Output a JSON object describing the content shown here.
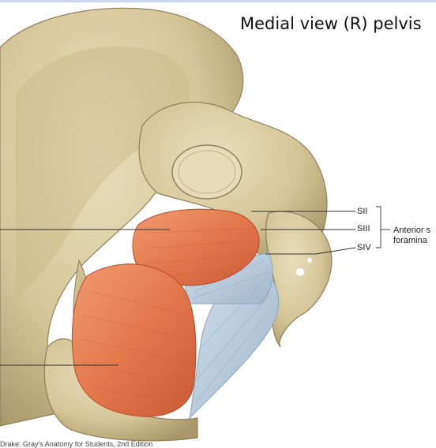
{
  "title": "Medial view (R) pelvis",
  "labels": {
    "sii": "SII",
    "siii": "SIII",
    "siv": "SIV",
    "anterior_line1": "Anterior s",
    "anterior_line2": "foramina"
  },
  "credit": "Drake: Gray's Anatomy for Students, 2nd Edition",
  "colors": {
    "bone": "#d8cba2",
    "bone_shadow": "#a89a6e",
    "muscle": "#e4784d",
    "muscle_light": "#f2a27e",
    "ligament": "#b7c9dc",
    "accent_rule": "#c9d6ea"
  }
}
